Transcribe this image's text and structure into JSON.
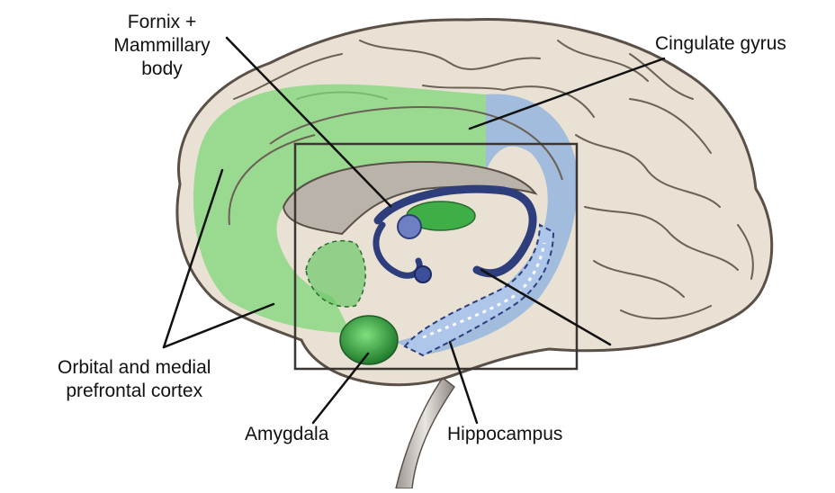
{
  "labels": {
    "fornix_line1": "Fornix +",
    "fornix_line2": "Mammillary",
    "fornix_line3": "body",
    "cingulate": "Cingulate gyrus",
    "orbital_line1": "Orbital and medial",
    "orbital_line2": "prefrontal cortex",
    "amygdala": "Amygdala",
    "hippocampus": "Hippocampus"
  },
  "colors": {
    "brain_fill": "#e9e1d3",
    "brain_outline": "#5a5048",
    "prefrontal_green": "#7fd67a",
    "amygdala_green": "#2f9a3a",
    "hippocampus_blue": "#8fb3de",
    "fornix_navy": "#2e3d7c",
    "ventricle_gray": "#a9a39a"
  }
}
